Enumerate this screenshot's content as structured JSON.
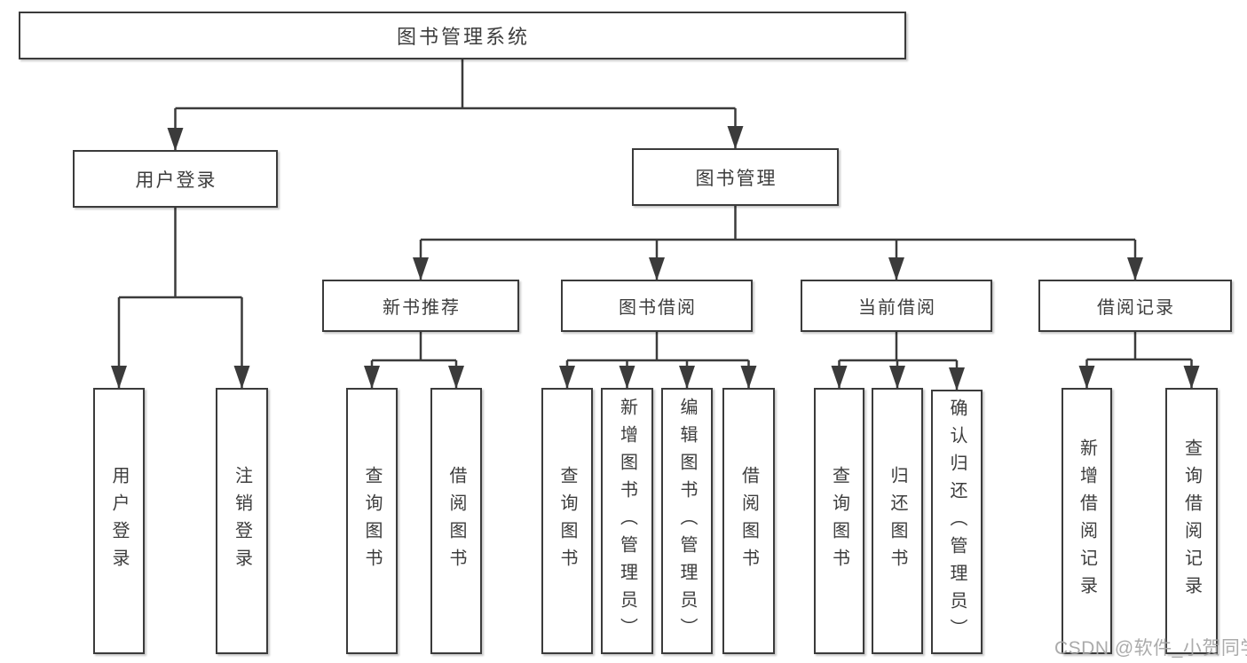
{
  "tree": {
    "label": "图书管理系统",
    "children": [
      {
        "label": "用户登录",
        "children": [
          {
            "label": "用户登录"
          },
          {
            "label": "注销登录"
          }
        ]
      },
      {
        "label": "图书管理",
        "children": [
          {
            "label": "新书推荐",
            "children": [
              {
                "label": "查询图书"
              },
              {
                "label": "借阅图书"
              }
            ]
          },
          {
            "label": "图书借阅",
            "children": [
              {
                "label": "查询图书"
              },
              {
                "label": "新增图书（管理员）"
              },
              {
                "label": "编辑图书（管理员）"
              },
              {
                "label": "借阅图书"
              }
            ]
          },
          {
            "label": "当前借阅",
            "children": [
              {
                "label": "查询图书"
              },
              {
                "label": "归还图书"
              },
              {
                "label": "确认归还（管理员）"
              }
            ]
          },
          {
            "label": "借阅记录",
            "children": [
              {
                "label": "新增借阅记录"
              },
              {
                "label": "查询借阅记录"
              }
            ]
          }
        ]
      }
    ]
  },
  "watermark": {
    "text": "CSDN @软件_小贺同学",
    "color": "#a4a4a4"
  },
  "style": {
    "line_color": "#3b3b3b",
    "text_color": "#3d3d3d",
    "box_background": "#ffffff",
    "canvas_background": "#ffffff"
  }
}
